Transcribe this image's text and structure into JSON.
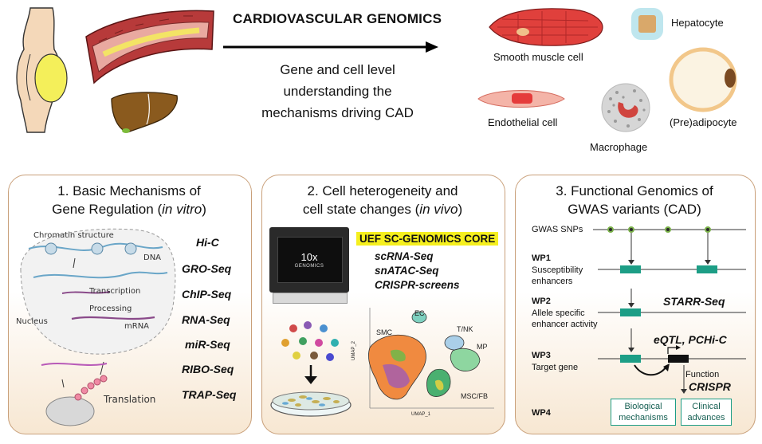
{
  "header": {
    "title": "CARDIOVASCULAR GENOMICS",
    "subtitle_lines": [
      "Gene and cell level",
      "understanding the",
      "mechanisms driving CAD"
    ]
  },
  "cells": {
    "smooth_muscle": "Smooth muscle cell",
    "hepatocyte": "Hepatocyte",
    "endothelial": "Endothelial cell",
    "macrophage": "Macrophage",
    "adipocyte": "(Pre)adipocyte"
  },
  "panel1": {
    "title_line1": "1. Basic Mechanisms of",
    "title_line2_pre": "Gene Regulation (",
    "title_line2_it": "in vitro",
    "title_line2_post": ")",
    "sketch": {
      "chromatin": "Chromatin structure",
      "dna": "DNA",
      "transcription": "Transcription",
      "processing": "Processing",
      "nucleus": "Nucleus",
      "mrna": "mRNA",
      "translation": "Translation"
    },
    "methods": [
      "Hi-C",
      "GRO-Seq",
      "ChIP-Seq",
      "RNA-Seq",
      "miR-Seq",
      "RIBO-Seq",
      "TRAP-Seq"
    ]
  },
  "panel2": {
    "title_line1": "2. Cell heterogeneity and",
    "title_line2_pre": "cell state changes (",
    "title_line2_it": "in vivo",
    "title_line2_post": ")",
    "device_brand": "10x",
    "device_sub": "GENOMICS",
    "core": "UEF SC-GENOMICS CORE",
    "assays": [
      "scRNA-Seq",
      "snATAC-Seq",
      "CRISPR-screens"
    ],
    "umap": {
      "clusters": [
        "EC",
        "T/NK",
        "SMC",
        "MP",
        "MSC/FB"
      ],
      "x_axis": "UMAP_1",
      "y_axis": "UMAP_2"
    }
  },
  "panel3": {
    "title_line1": "3. Functional Genomics of",
    "title_line2": "GWAS variants (CAD)",
    "gwas": "GWAS SNPs",
    "wp1": {
      "head": "WP1",
      "desc1": "Susceptibility",
      "desc2": "enhancers"
    },
    "wp2": {
      "head": "WP2",
      "desc1": "Allele specific",
      "desc2": "enhancer activity",
      "method": "STARR-Seq"
    },
    "wp3": {
      "head": "WP3",
      "desc1": "Target gene",
      "method": "eQTL, PCHi-C"
    },
    "function_label": "Function",
    "crispr": "CRISPR",
    "wp4": {
      "head": "WP4"
    },
    "outcomes": [
      {
        "line1": "Biological",
        "line2": "mechanisms"
      },
      {
        "line1": "Clinical",
        "line2": "advances"
      }
    ]
  },
  "colors": {
    "panel_border": "#c9a07a",
    "panel_fill": "#f7e7d2",
    "teal": "#1d9e86",
    "core_highlight": "#f5ef1e",
    "muscle_red": "#e0403c",
    "fat_yellow": "#f4ef5a",
    "liver_brown": "#8a5a1e"
  }
}
